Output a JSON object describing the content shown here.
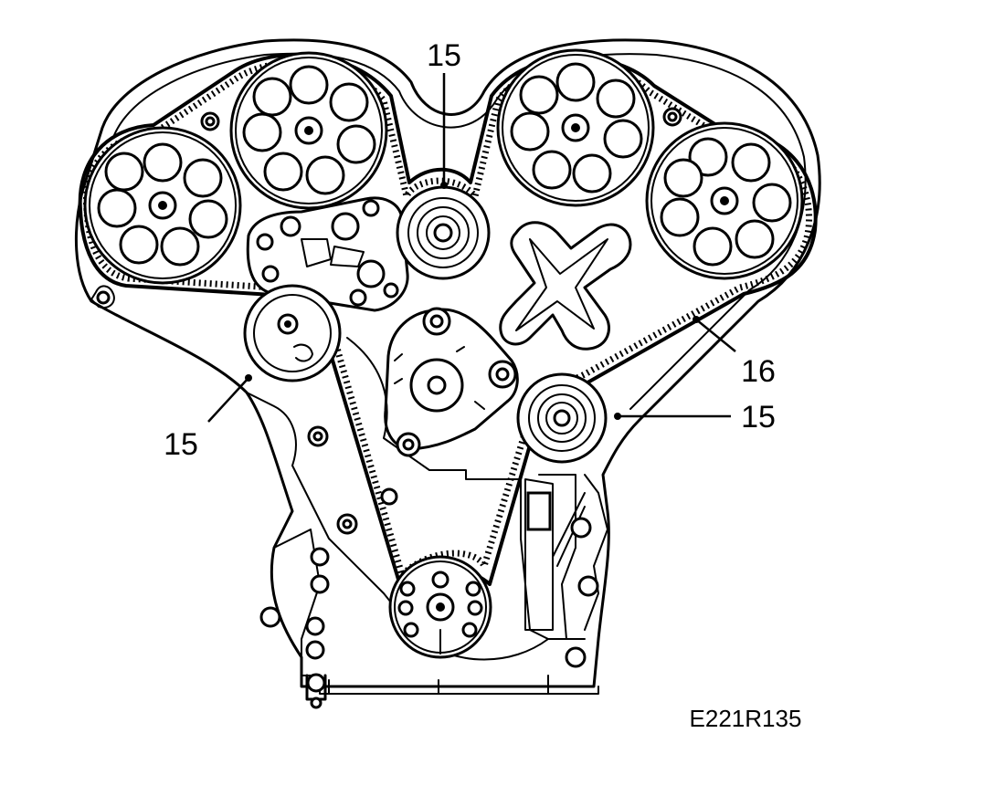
{
  "callouts": {
    "idler_top": "15",
    "idler_left": "15",
    "idler_right": "15",
    "belt": "16"
  },
  "figure_id": "E221R135"
}
